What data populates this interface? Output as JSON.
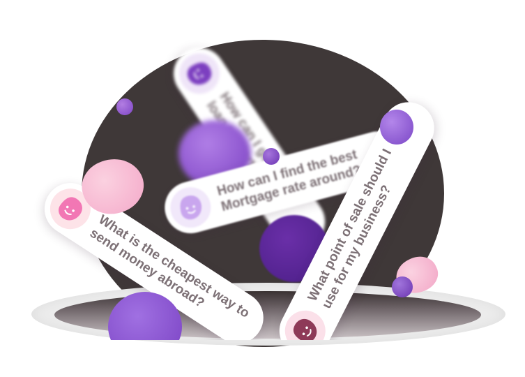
{
  "questions": {
    "loan": {
      "line1": "How can I get a",
      "line2": "loan to start my"
    },
    "mortgage": {
      "line1": "How can I find the best",
      "line2": "Mortgage rate around?"
    },
    "money": {
      "line1": "What is the cheapest way to",
      "line2": "send money abroad?"
    },
    "pos": {
      "line1": "What point of sale should I",
      "line2": "use for my business?"
    }
  },
  "colors": {
    "dark_backdrop": "#3f3838",
    "text": "#7d7176",
    "purple": "#8a55c8",
    "pink": "#f4a9c9",
    "maroon": "#8e3a58"
  },
  "icons": [
    "purple-face-icon",
    "lilac-face-icon",
    "pink-face-icon",
    "maroon-face-icon"
  ]
}
